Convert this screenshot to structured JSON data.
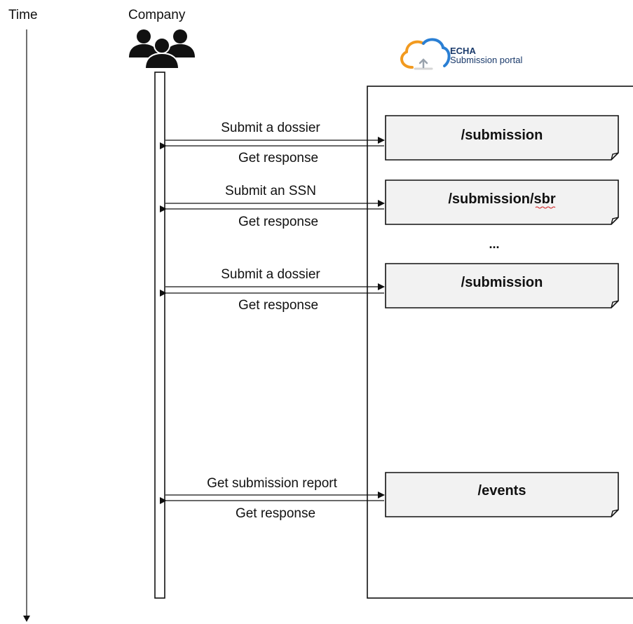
{
  "axis": {
    "time_label": "Time"
  },
  "actor": {
    "label": "Company",
    "icon": "users-group-icon"
  },
  "portal": {
    "logo_icon": "cloud-upload-icon",
    "logo_line1": "ECHA",
    "logo_line2": "Submission portal",
    "colors": {
      "orange": "#f29a1f",
      "blue": "#2a7fd4",
      "navy": "#1a3a6b"
    }
  },
  "interactions": [
    {
      "request": "Submit a dossier",
      "response": "Get response",
      "endpoint": "/submission"
    },
    {
      "request": "Submit an SSN",
      "response": "Get response",
      "endpoint": "/submission/sbr"
    },
    {
      "request": "Submit a dossier",
      "response": "Get response",
      "endpoint": "/submission"
    },
    {
      "request": "Get submission report",
      "response": "Get response",
      "endpoint": "/events"
    }
  ],
  "ellipsis": "..."
}
